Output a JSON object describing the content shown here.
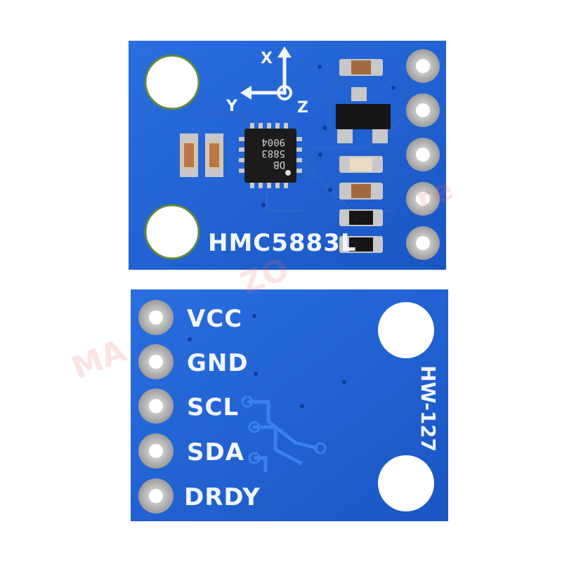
{
  "top_board": {
    "chip_name": "HMC5883L",
    "axis_x": "X",
    "axis_y": "Y",
    "axis_z": "Z",
    "chip_marking": [
      "DB",
      "5883",
      "9004"
    ],
    "resistor_codes": [
      "472",
      "472"
    ]
  },
  "bottom_board": {
    "pins": [
      "VCC",
      "GND",
      "SCL",
      "SDA",
      "DRDY"
    ],
    "model": "HW-127"
  },
  "colors": {
    "pcb": "#1f5fd0",
    "pcb_edge": "#1a4fb0",
    "pad": "#bfbfbf",
    "silk": "#f2f6ff"
  }
}
